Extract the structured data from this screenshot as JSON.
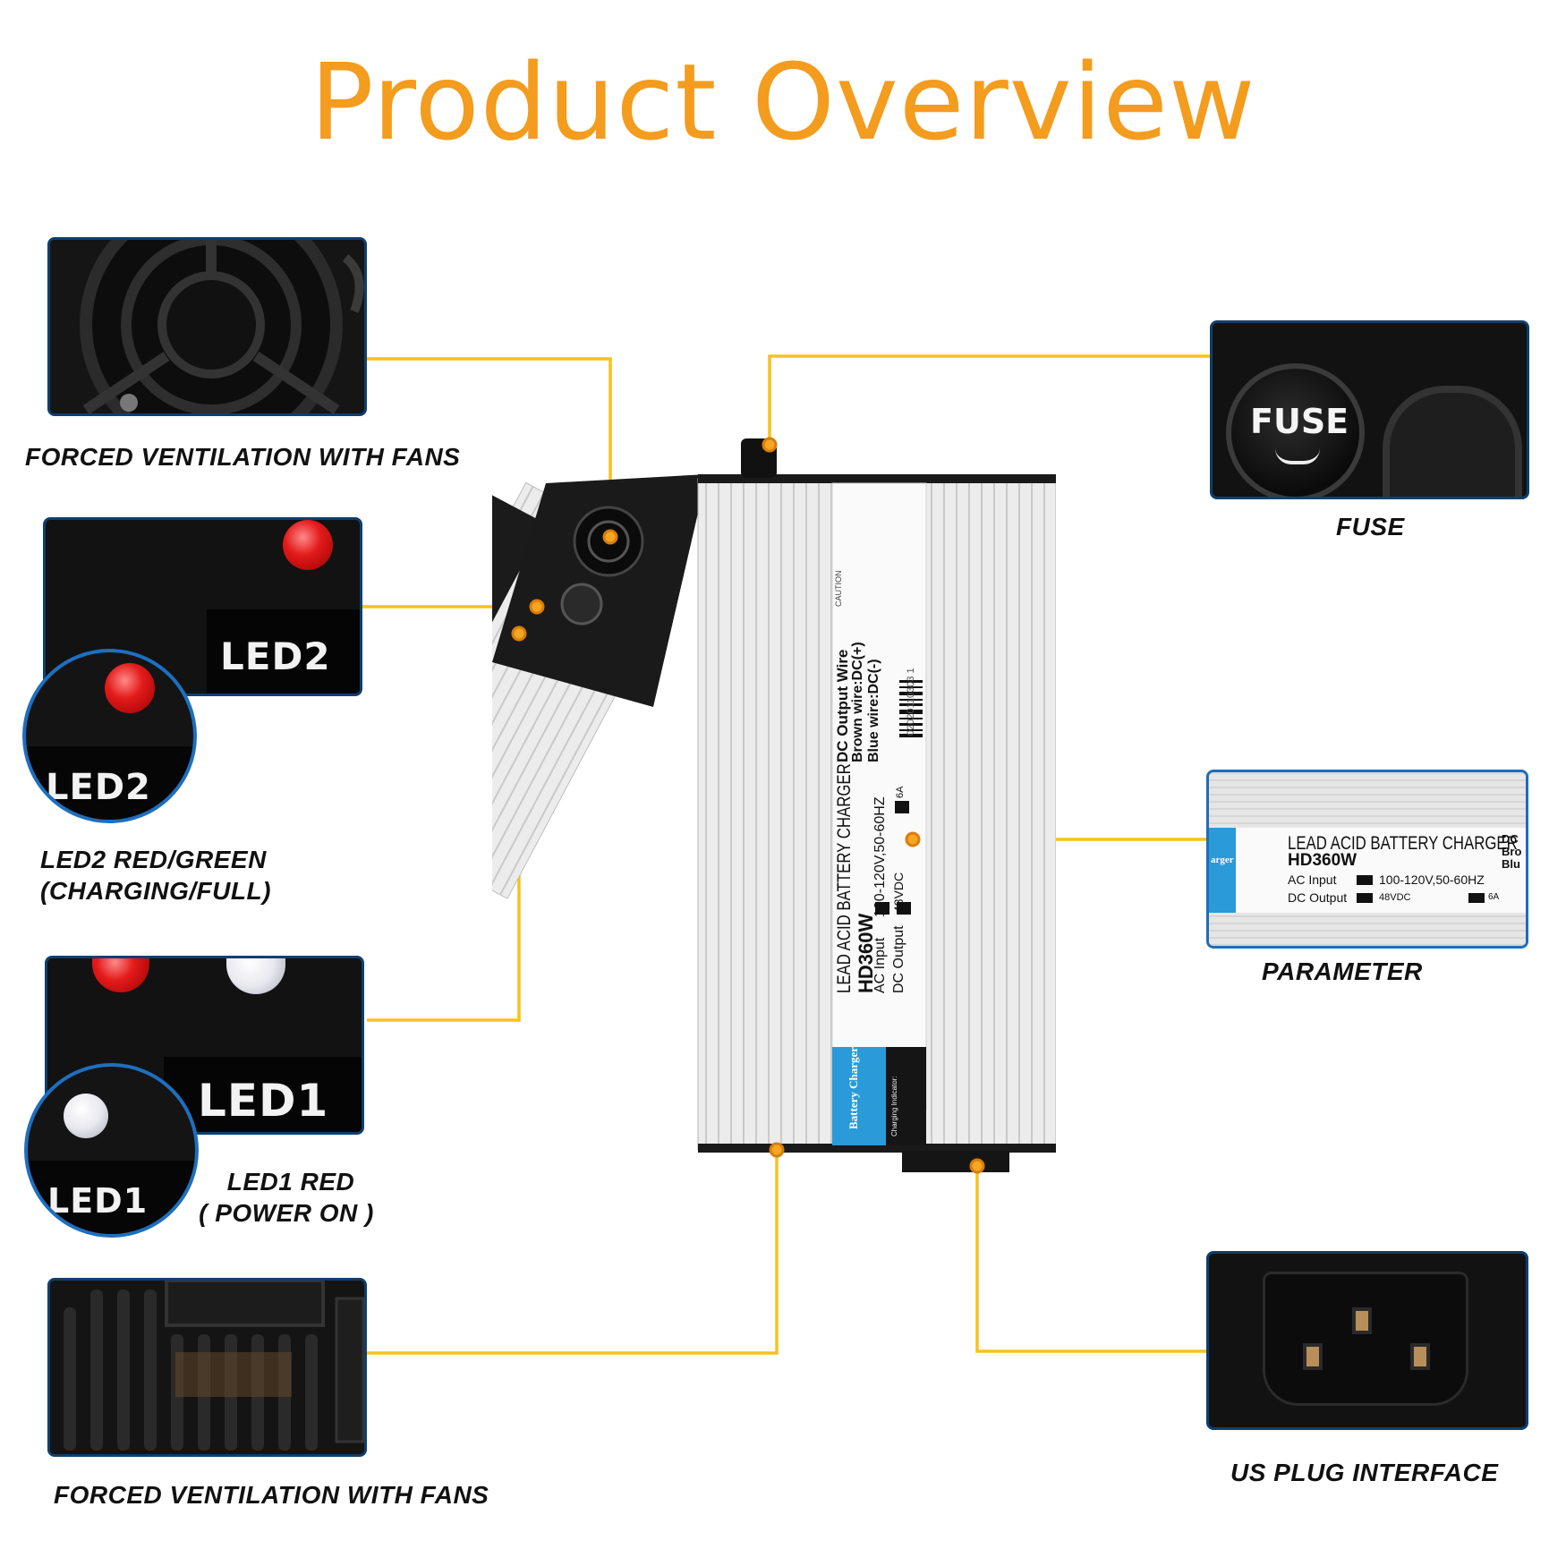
{
  "title": "Product Overview",
  "features": {
    "fan_top": {
      "caption": "FORCED VENTILATION WITH FANS"
    },
    "led2": {
      "caption_line1": "LED2 RED/GREEN",
      "caption_line2": "(CHARGING/FULL)",
      "panel_text": "LED2",
      "inset_text": "LED2"
    },
    "led1": {
      "caption_line1": "LED1 RED",
      "caption_line2": "( POWER ON )",
      "panel_text": "LED1",
      "inset_text": "LED1"
    },
    "fan_bottom": {
      "caption": "FORCED VENTILATION WITH FANS"
    },
    "fuse": {
      "caption": "FUSE",
      "cap_text": "FUSE"
    },
    "parameter": {
      "caption": "PARAMETER",
      "title": "LEAD ACID BATTERY CHARGER",
      "model": "HD360W",
      "ac_label": "AC Input",
      "ac_value": "100-120V,50-60HZ",
      "dc_label": "DC Output",
      "dc_value": "48VDC",
      "dc_current": "6A",
      "side_text": "DC Bro Blu",
      "blue_text": "arger"
    },
    "plug": {
      "caption": "US PLUG INTERFACE"
    }
  },
  "charger": {
    "title": "LEAD ACID BATTERY CHARGER",
    "model": "HD360W",
    "ac_label": "AC Input",
    "ac_value": "100-120V,50-60HZ",
    "dc_label": "DC Output",
    "dc_value": "48VDC",
    "dc_current": "6A",
    "wire_title": "DC Output Wire",
    "wire_brown": "Brown wire:DC(+)",
    "wire_blue": "Blue wire:DC(-)",
    "serial": "02020110303 1",
    "caution": "CAUTION",
    "blue_label": "Battery Charger",
    "indicator": "Charging Indicator:"
  },
  "colors": {
    "title": "#f39c1e",
    "callout_line": "#f7c219",
    "dot": "#f5a623",
    "panel_border": "#0e3f6e",
    "accent_blue": "#2a9ad8"
  },
  "icons": [
    "fan-grille-icon",
    "fuse-icon",
    "power-socket-icon",
    "led-red-icon",
    "led-white-icon"
  ]
}
